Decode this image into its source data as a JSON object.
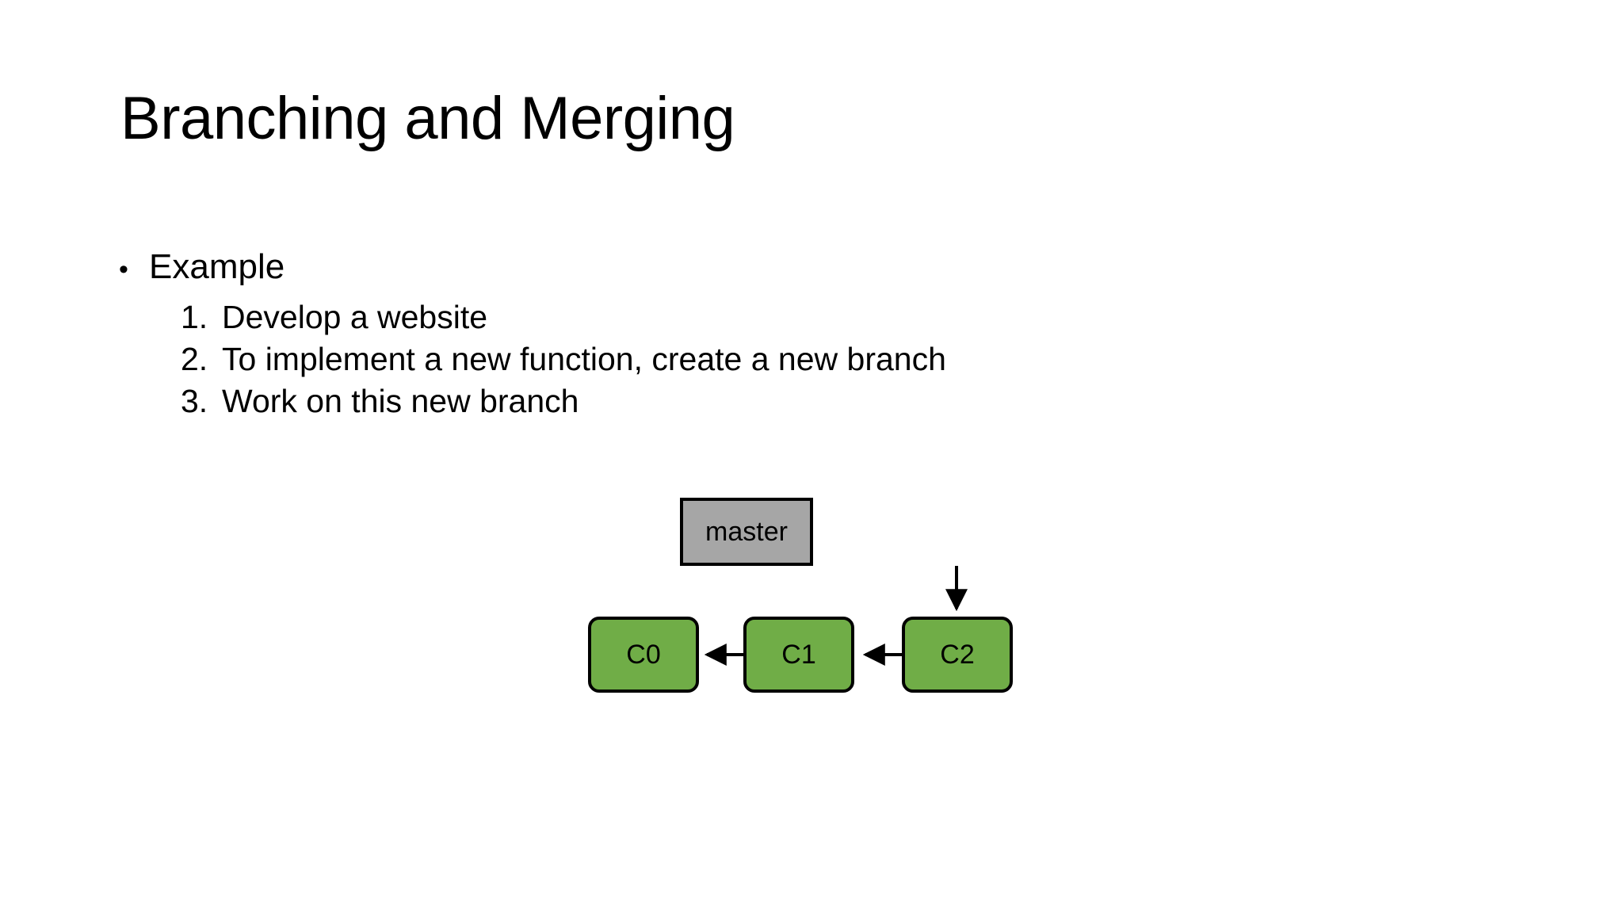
{
  "slide": {
    "title": "Branching and Merging",
    "background_color": "#FFFFFF",
    "text_color": "#000000"
  },
  "body": {
    "bullet": {
      "marker": "•",
      "text": "Example"
    },
    "numbered_items": [
      {
        "number": "1.",
        "text": "Develop a website"
      },
      {
        "number": "2.",
        "text": "To implement a new function, create a new branch"
      },
      {
        "number": "3.",
        "text": "Work on this new branch"
      }
    ]
  },
  "diagram": {
    "branch_label": {
      "name": "master",
      "fill_color": "#A6A6A6",
      "border_color": "#000000"
    },
    "commits": [
      {
        "id": "C0",
        "fill_color": "#70AD47",
        "border_color": "#000000"
      },
      {
        "id": "C1",
        "fill_color": "#70AD47",
        "border_color": "#000000"
      },
      {
        "id": "C2",
        "fill_color": "#70AD47",
        "border_color": "#000000"
      }
    ],
    "edges": [
      {
        "from": "C1",
        "to": "C0",
        "direction": "left"
      },
      {
        "from": "C2",
        "to": "C1",
        "direction": "left"
      },
      {
        "from": "master",
        "to": "C2",
        "direction": "down"
      }
    ],
    "edge_color": "#000000"
  }
}
